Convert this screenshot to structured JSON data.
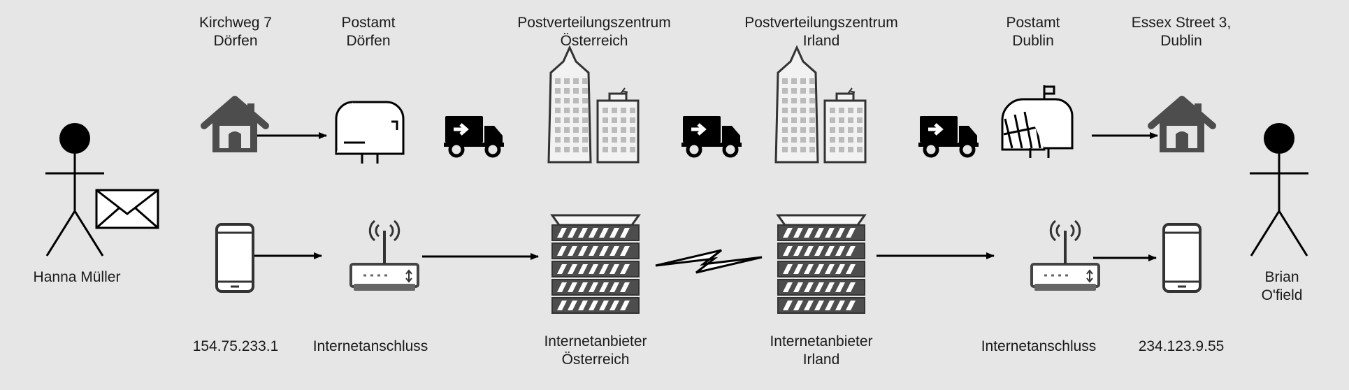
{
  "mail_row": {
    "sender_address": "Kirchweg 7\nDörfen",
    "sender_post_office": "Postamt\nDörfen",
    "austria_center": "Postverteilungszentrum\nÖsterreich",
    "ireland_center": "Postverteilungszentrum\nIrland",
    "recipient_post_office": "Postamt\nDublin",
    "recipient_address": "Essex Street 3,\nDublin"
  },
  "internet_row": {
    "sender_ip": "154.75.233.1",
    "sender_router": "Internetanschluss",
    "austria_isp": "Internetanbieter\nÖsterreich",
    "ireland_isp": "Internetanbieter\nIrland",
    "recipient_router": "Internetanschluss",
    "recipient_ip": "234.123.9.55"
  },
  "people": {
    "sender": "Hanna Müller",
    "recipient": "Brian O'field"
  },
  "colors": {
    "background": "#e6e6e6",
    "stroke": "#000000",
    "icon_dark": "#4d4d4d",
    "building": "#f2f2f2",
    "server_fill": "#f7f7f7"
  },
  "icons": [
    "person-icon",
    "envelope-icon",
    "house-icon",
    "mailbox-icon",
    "truck-icon",
    "office-buildings-icon",
    "smartphone-icon",
    "wifi-router-icon",
    "server-rack-icon",
    "lightning-link-icon"
  ]
}
